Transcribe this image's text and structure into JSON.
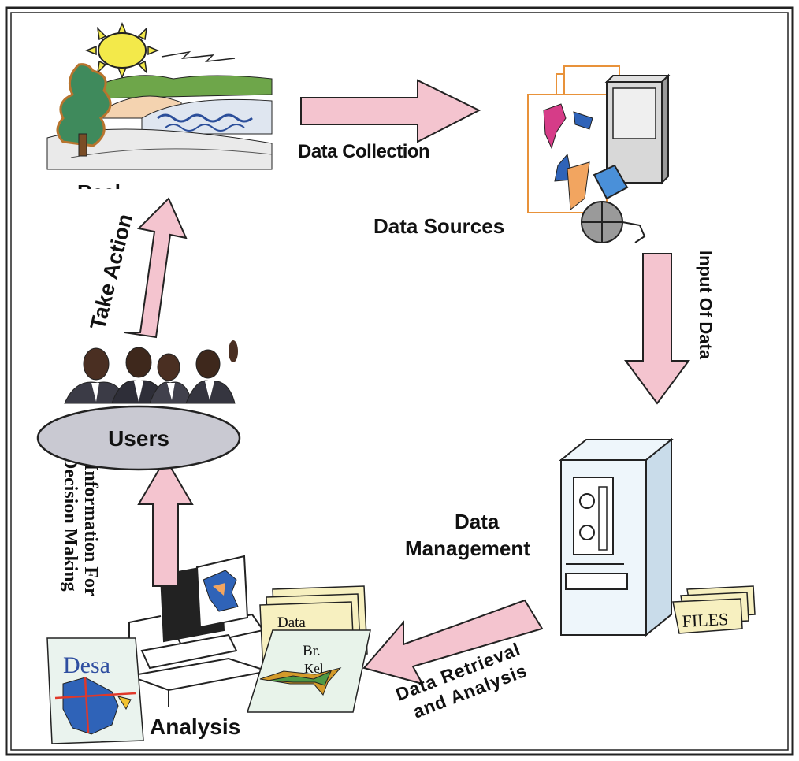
{
  "labels": {
    "real_world": "Real",
    "data_collection": "Data Collection",
    "data_sources": "Data Sources",
    "input_of_data": "Input Of Data",
    "data_management_1": "Data",
    "data_management_2": "Management",
    "files": "FILES",
    "data_retrieval_1": "Data Retrieval",
    "data_retrieval_2": "and Analysis",
    "analysis": "Analysis",
    "map_desa": "Desa",
    "map_br": "Br.",
    "map_kel": "Kel",
    "card_data": "Data",
    "info_decision_1": "Information For",
    "info_decision_2": "Decision Making",
    "users": "Users",
    "take_action": "Take Action"
  },
  "colors": {
    "arrow_fill": "#f4c4cf",
    "arrow_stroke": "#222222",
    "users_ellipse": "#c9c9d2",
    "server_body": "#eef6fb",
    "map_blue": "#2f63b8",
    "files_card": "#f7f0c0"
  }
}
